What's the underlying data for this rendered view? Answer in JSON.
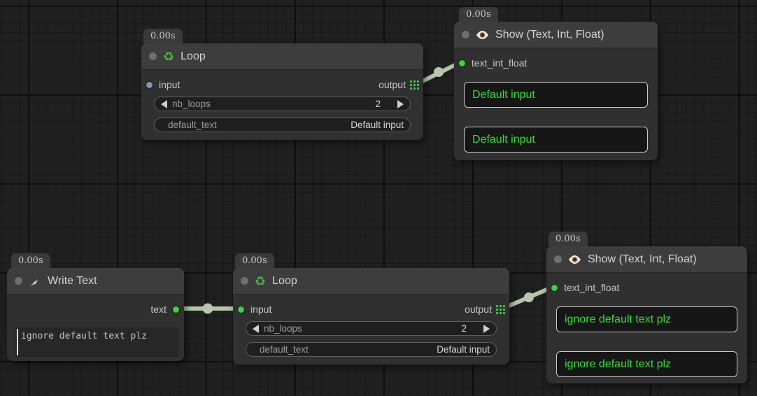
{
  "canvas": {
    "kind": "node-graph editor"
  },
  "colors": {
    "background": "#202020",
    "grid_minor": "#171717",
    "grid_major": "#0f0f0f",
    "node_body": "#303030",
    "node_title": "#3d3d3d",
    "badge_bg": "#3a3a3a",
    "link": "#b5c4ab",
    "port_connected": "#3fd13f",
    "port_unconnected": "#8b8fad",
    "output_text_green": "#2ce42c",
    "widget_bg": "#1f1f1f",
    "box_border": "#c9c9c9"
  },
  "nodes": {
    "loop_top": {
      "badge": "0.00s",
      "title": "Loop",
      "input_label": "input",
      "output_label": "output",
      "widgets": {
        "nb_loops": {
          "label": "nb_loops",
          "value": "2"
        },
        "default_text": {
          "label": "default_text",
          "value": "Default input"
        }
      }
    },
    "show_top": {
      "badge": "0.00s",
      "title": "Show (Text, Int, Float)",
      "input_label": "text_int_float",
      "boxes": [
        "Default input",
        "Default input"
      ]
    },
    "write_text": {
      "badge": "0.00s",
      "title": "Write Text",
      "output_label": "text",
      "textarea_value": "ignore default text plz"
    },
    "loop_bottom": {
      "badge": "0.00s",
      "title": "Loop",
      "input_label": "input",
      "output_label": "output",
      "widgets": {
        "nb_loops": {
          "label": "nb_loops",
          "value": "2"
        },
        "default_text": {
          "label": "default_text",
          "value": "Default input"
        }
      }
    },
    "show_bottom": {
      "badge": "0.00s",
      "title": "Show (Text, Int, Float)",
      "input_label": "text_int_float",
      "boxes": [
        "ignore default text plz",
        "ignore default text plz"
      ]
    }
  },
  "links": [
    {
      "from": "loop_top.output",
      "to": "show_top.text_int_float"
    },
    {
      "from": "write_text.text",
      "to": "loop_bottom.input"
    },
    {
      "from": "loop_bottom.output",
      "to": "show_bottom.text_int_float"
    }
  ]
}
